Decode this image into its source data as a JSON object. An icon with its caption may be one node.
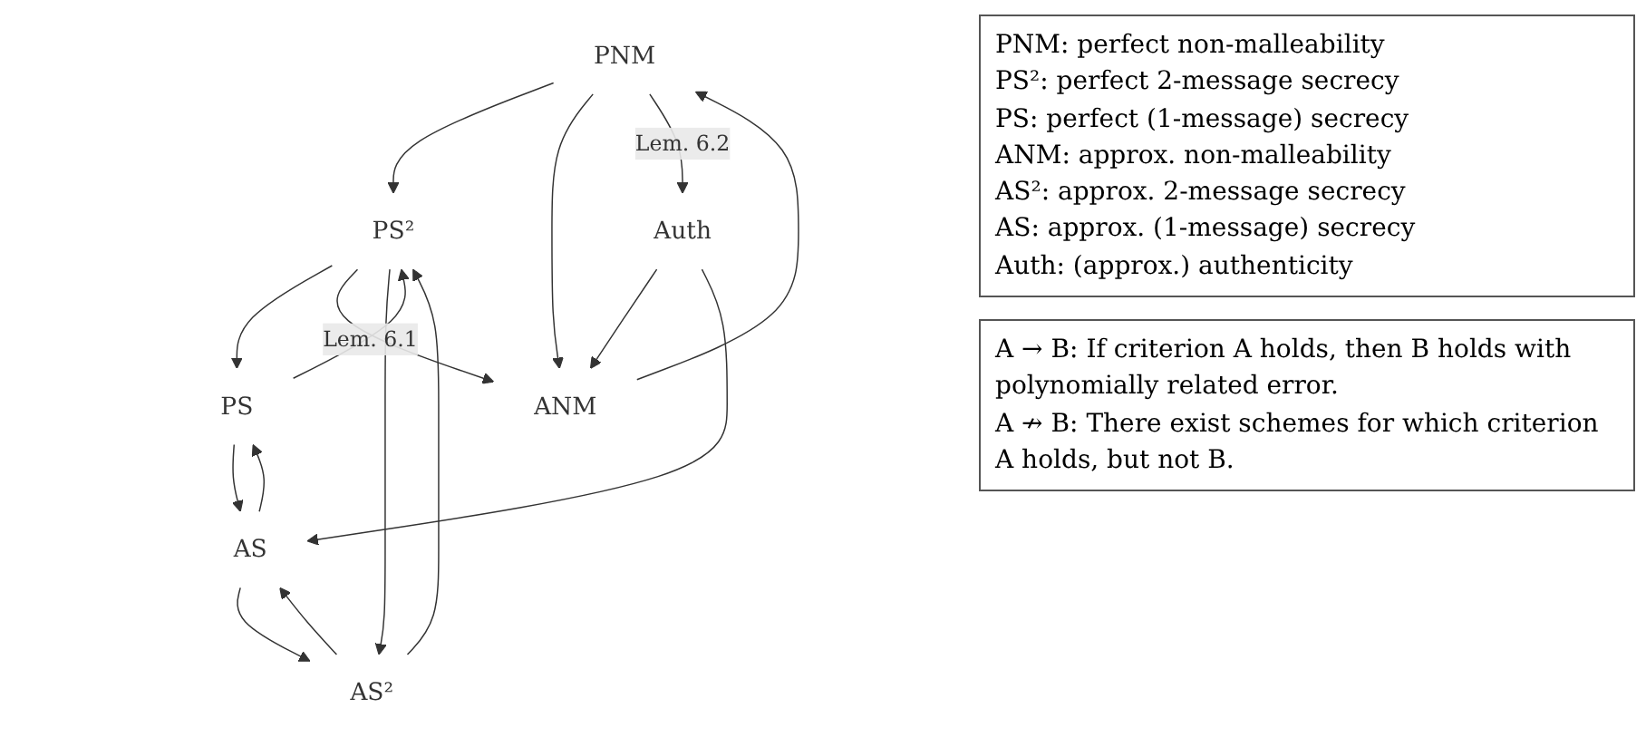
{
  "diagram": {
    "nodes": [
      {
        "text": [
          "PNM"
        ]
      },
      {
        "text": [
          "PS²"
        ]
      },
      {
        "text": [
          "PS"
        ]
      },
      {
        "text": [
          "ANM"
        ]
      },
      {
        "text": [
          "AS²"
        ]
      },
      {
        "text": [
          "AS"
        ]
      },
      {
        "text": [
          "Auth"
        ]
      }
    ],
    "edges": [
      {
        "from": 0,
        "to": 1,
        "arrow": "to"
      },
      {
        "from": 1,
        "to": 2,
        "arrow": "to"
      },
      {
        "from": 2,
        "to": 1,
        "arrow": "to"
      },
      {
        "from": 0,
        "to": 3,
        "arrow": "to"
      },
      {
        "from": 3,
        "to": 0,
        "arrow": "to"
      },
      {
        "from": 1,
        "to": 3,
        "arrow": "to",
        "label": "Lem. 6.1"
      },
      {
        "from": 1,
        "to": 4,
        "arrow": "to"
      },
      {
        "from": 4,
        "to": 1,
        "arrow": "to"
      },
      {
        "from": 2,
        "to": 5,
        "arrow": "to"
      },
      {
        "from": 5,
        "to": 2,
        "arrow": "to"
      },
      {
        "from": 5,
        "to": 4,
        "arrow": "to"
      },
      {
        "from": 4,
        "to": 5,
        "arrow": "to"
      },
      {
        "from": 0,
        "to": 6,
        "arrow": "to",
        "label": "Lem. 6.2"
      },
      {
        "from": 6,
        "to": 3,
        "arrow": "to"
      },
      {
        "from": 6,
        "to": 5,
        "arrow": "to"
      }
    ],
    "labels": [
      "PNM: perfect non-malleability",
      "PS²: perfect 2-message secrecy",
      "PS: perfect (1-message) secrecy",
      "ANM: approx. non-malleability",
      "AS²: approx. 2-message secrecy",
      "AS: approx. (1-message) secrecy",
      "Auth: (approx.) authenticity",
      "A → B: If criterion A holds, then B holds with polynomially related error.",
      "A ↛ B: There exist schemes for which criterion A holds, but not B."
    ]
  }
}
